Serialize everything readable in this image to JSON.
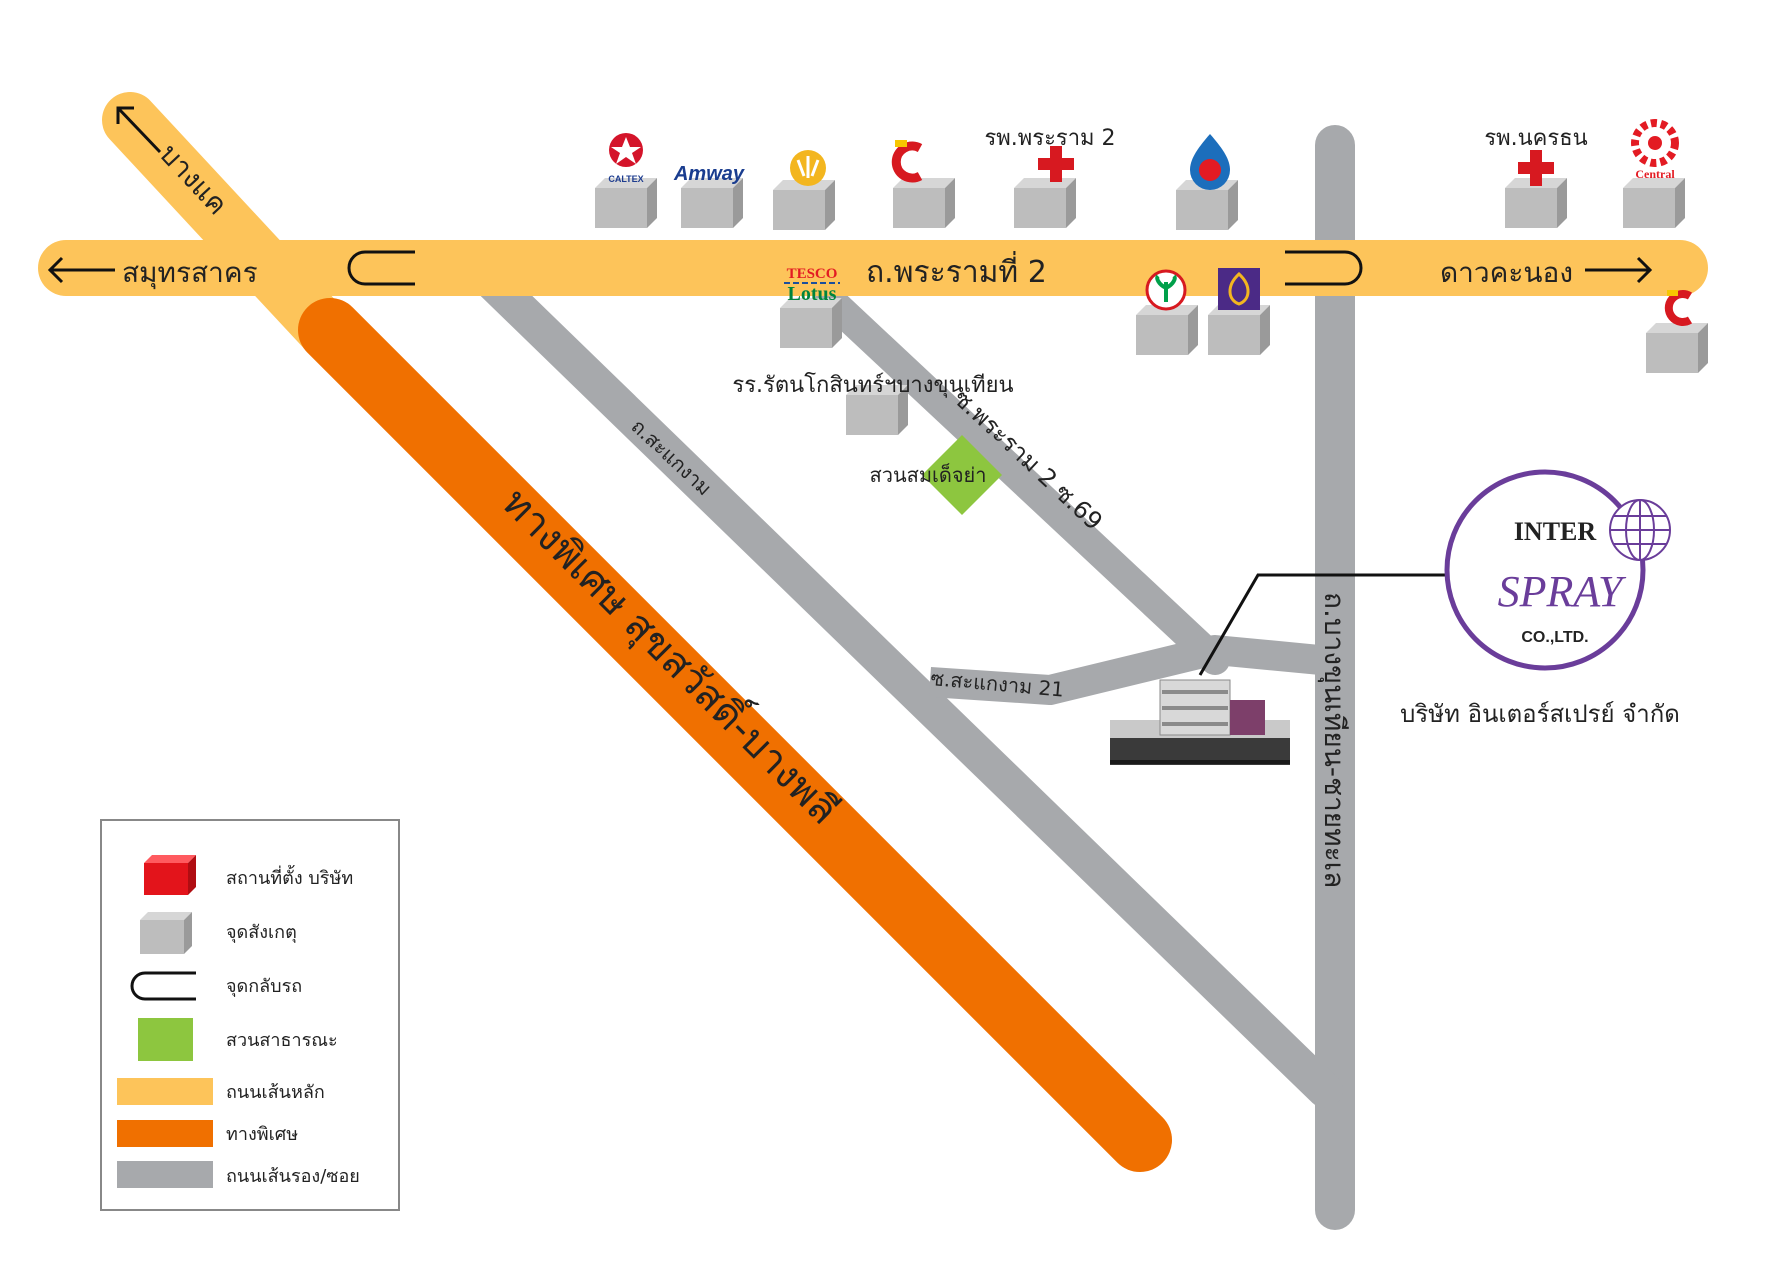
{
  "roads": {
    "rama2": "ถ.พระรามที่ 2",
    "samut_sakhon": "สมุทรสาคร",
    "dao_khanong": "ดาวคะนอง",
    "bang_khae": "บางแค",
    "expressway": "ทางพิเศษ สุขสวัสดิ์-บางพลี",
    "sakae_ngam": "ถ.สะแกงาม",
    "soi_rama2_69": "ซ.พระราม 2 ซ.69",
    "soi_sakae_ngam_21": "ซ.สะแกงาม 21",
    "bang_khun_thian": "ถ.บางขุนเทียน-ชายทะเล"
  },
  "landmarks": {
    "rama2_hospital": "รพ.พระราม 2",
    "nakhon_thon_hospital": "รพ.นครธน",
    "school": "รร.รัตนโกสินทร์ฯบางขุนเทียน",
    "park": "สวนสมเด็จย่า",
    "caltex": "CALTEX",
    "amway": "Amway",
    "tesco": "TESCO",
    "lotus": "Lotus",
    "central": "Central"
  },
  "company": {
    "logo_inter": "INTER",
    "logo_spray": "SPRAY",
    "logo_coltd": "CO.,LTD.",
    "name_th": "บริษัท อินเตอร์สเปรย์ จำกัด"
  },
  "legend": {
    "items": [
      {
        "label": "สถานที่ตั้ง  บริษัท",
        "icon": "red-cube-icon",
        "color": "#e3141b"
      },
      {
        "label": "จุดสังเกตุ",
        "icon": "gray-cube-icon",
        "color": "#b3b3b3"
      },
      {
        "label": "จุดกลับรถ",
        "icon": "u-turn-icon",
        "color": "#111111"
      },
      {
        "label": "สวนสาธารณะ",
        "icon": "green-square-icon",
        "color": "#8dc63f"
      },
      {
        "label": "ถนนเส้นหลัก",
        "icon": "yellow-bar-icon",
        "color": "#fdc45a"
      },
      {
        "label": "ทางพิเศษ",
        "icon": "orange-bar-icon",
        "color": "#f07000"
      },
      {
        "label": "ถนนเส้นรอง/ซอย",
        "icon": "gray-bar-icon",
        "color": "#a7a9ac"
      }
    ]
  },
  "colors": {
    "main_road": "#fdc45a",
    "expressway": "#f07000",
    "secondary_road": "#a7a9ac",
    "park": "#8dc63f",
    "company_purple": "#6a3d9a"
  }
}
